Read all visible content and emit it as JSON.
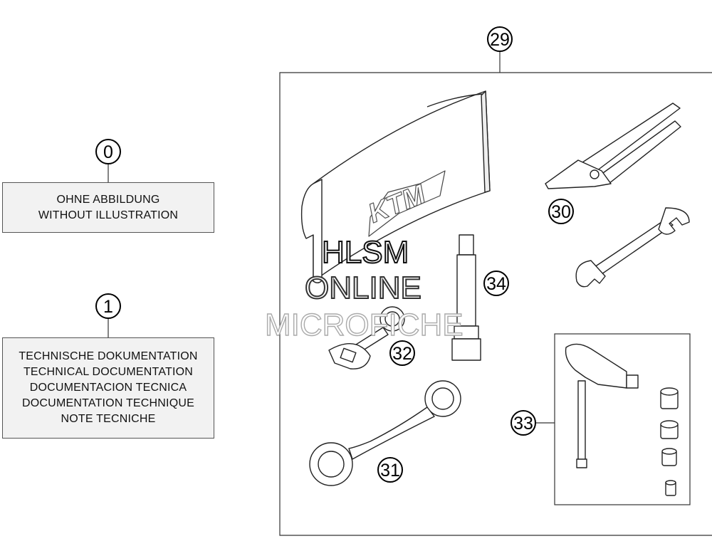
{
  "callouts": {
    "c0": "0",
    "c1": "1",
    "c29": "29",
    "c30": "30",
    "c31": "31",
    "c32": "32",
    "c33": "33",
    "c34": "34"
  },
  "box0": {
    "lines": [
      "OHNE ABBILDUNG",
      "WITHOUT ILLUSTRATION"
    ]
  },
  "box1": {
    "lines": [
      "TECHNISCHE DOKUMENTATION",
      "TECHNICAL DOCUMENTATION",
      "DOCUMENTACION TECNICA",
      "DOCUMENTATION TECHNIQUE",
      "NOTE TECNICHE"
    ]
  },
  "manual_logo": "KTM",
  "watermark": {
    "line1": "HLSM",
    "line2": "ONLINE",
    "line3": "MICROFICHE"
  }
}
